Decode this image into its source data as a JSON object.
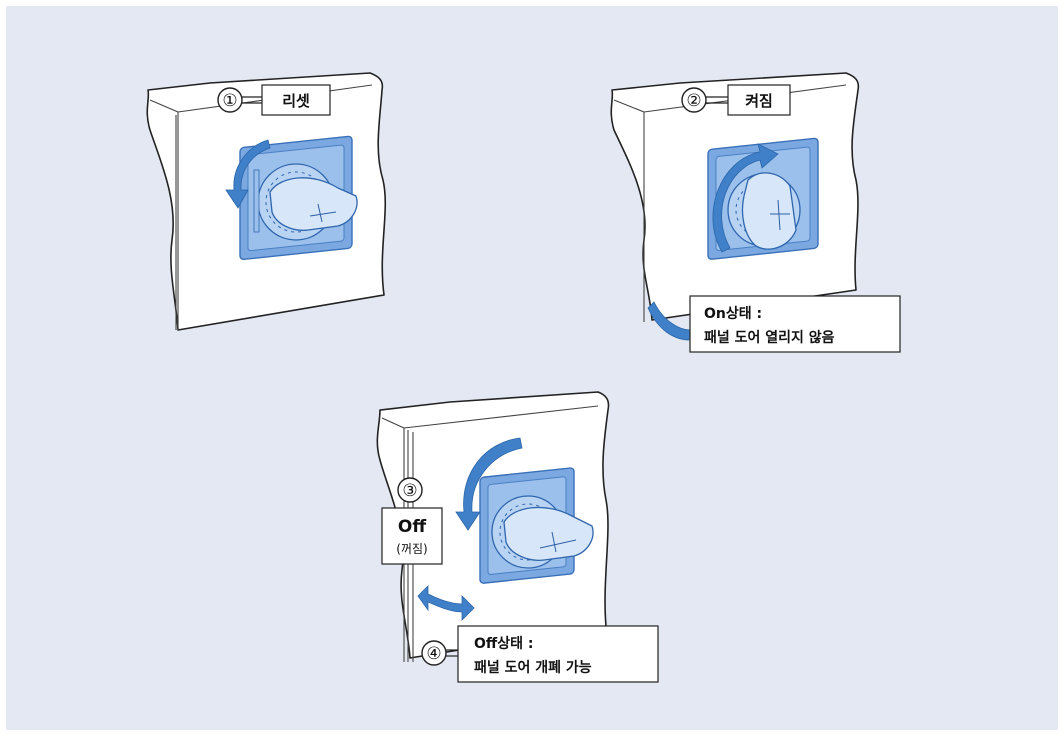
{
  "steps": [
    {
      "number": "①",
      "label": "리셋"
    },
    {
      "number": "②",
      "label": "켜짐"
    },
    {
      "number": "③",
      "label_line1": "Off",
      "label_line2": "(꺼짐)"
    },
    {
      "number": "④"
    }
  ],
  "notes": {
    "on_state": {
      "line1": "On상태 :",
      "line2": "패널 도어 열리지 않음"
    },
    "off_state": {
      "line1": "Off상태 :",
      "line2": "패널 도어 개폐 가능"
    }
  },
  "colors": {
    "background": "#e4e8f2",
    "arrow": "#3f80c8",
    "switch_plate": "#7ba8e0"
  },
  "icons": [
    "rotary-switch-icon",
    "rotate-arrow-icon",
    "door-swing-arrow-icon"
  ]
}
